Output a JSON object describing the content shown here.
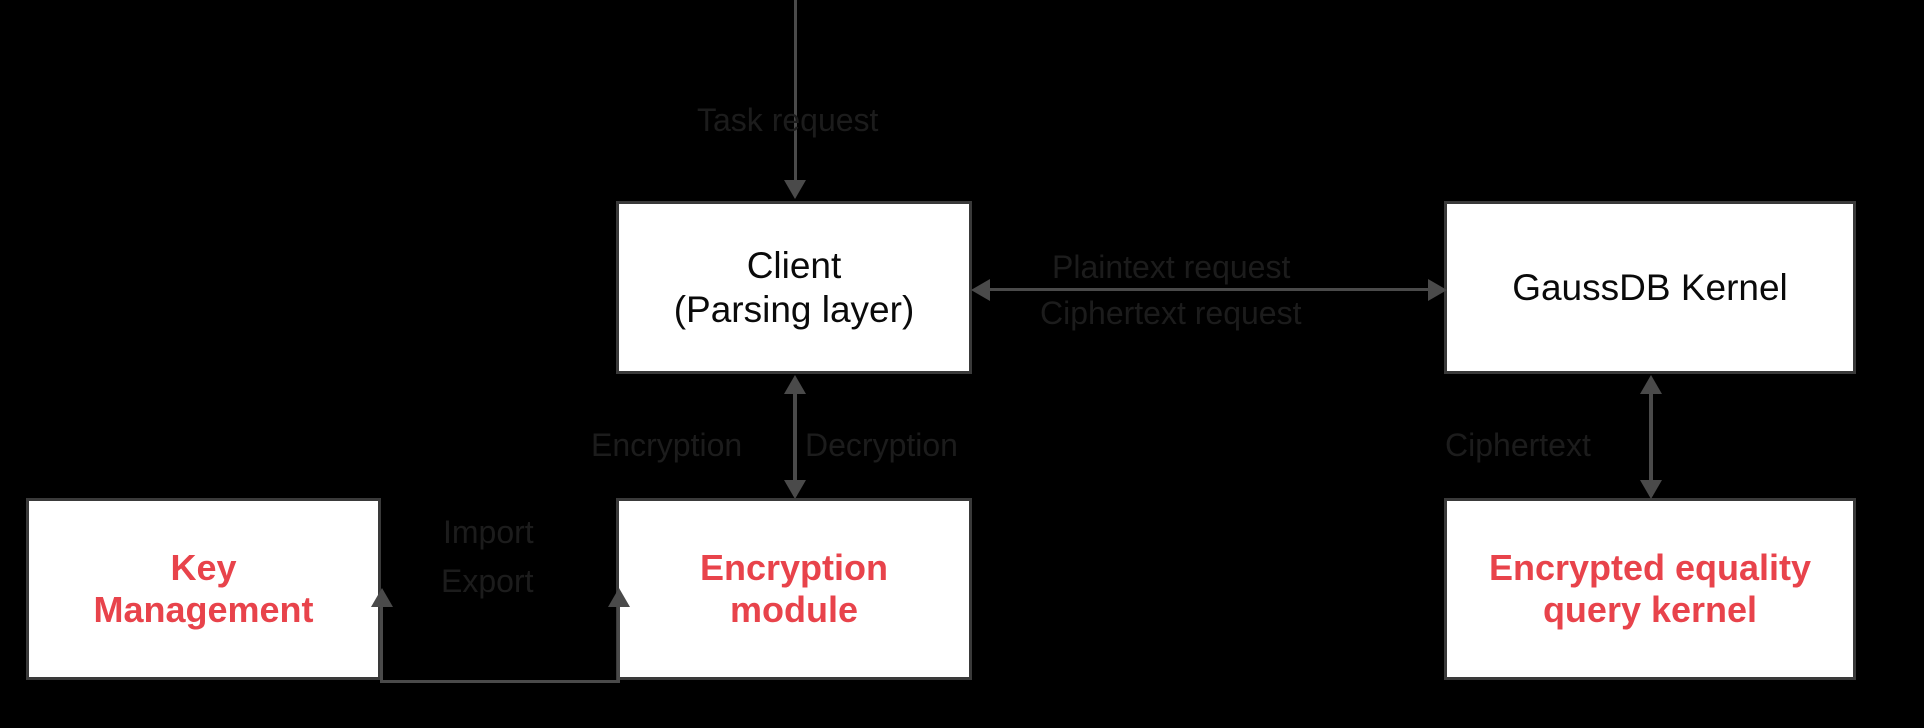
{
  "diagram": {
    "background_color": "#000000",
    "node_fill": "#ffffff",
    "node_border_color": "#3a3a3a",
    "accent_color": "#e8434b",
    "connector_color": "#4a4a4a",
    "label_color": "#1c1c1c",
    "nodes": [
      {
        "id": "client",
        "label": "Client\n(Parsing layer)",
        "style": "plain"
      },
      {
        "id": "gaussdb-kernel",
        "label": "GaussDB Kernel",
        "style": "plain"
      },
      {
        "id": "key-management",
        "label": "Key\nManagement",
        "style": "accent"
      },
      {
        "id": "encryption-module",
        "label": "Encryption\nmodule",
        "style": "accent"
      },
      {
        "id": "encrypted-equality-query-kernel",
        "label": "Encrypted equality\nquery kernel",
        "style": "accent"
      }
    ],
    "edges": [
      {
        "id": "task-request",
        "label": "Task request",
        "from": "external",
        "to": "client",
        "direction": "down"
      },
      {
        "id": "plaintext-request",
        "label": "Plaintext request",
        "from": "client",
        "to": "gaussdb-kernel",
        "direction": "both"
      },
      {
        "id": "ciphertext-request",
        "label": "Ciphertext request",
        "from": "gaussdb-kernel",
        "to": "client",
        "direction": "both"
      },
      {
        "id": "encryption",
        "label": "Encryption",
        "from": "client",
        "to": "encryption-module",
        "direction": "down"
      },
      {
        "id": "decryption",
        "label": "Decryption",
        "from": "encryption-module",
        "to": "client",
        "direction": "up"
      },
      {
        "id": "import",
        "label": "Import",
        "from": "key-management",
        "to": "encryption-module",
        "direction": "both"
      },
      {
        "id": "export",
        "label": "Export",
        "from": "encryption-module",
        "to": "key-management",
        "direction": "both"
      },
      {
        "id": "ciphertext",
        "label": "Ciphertext",
        "from": "gaussdb-kernel",
        "to": "encrypted-equality-query-kernel",
        "direction": "both"
      }
    ]
  }
}
